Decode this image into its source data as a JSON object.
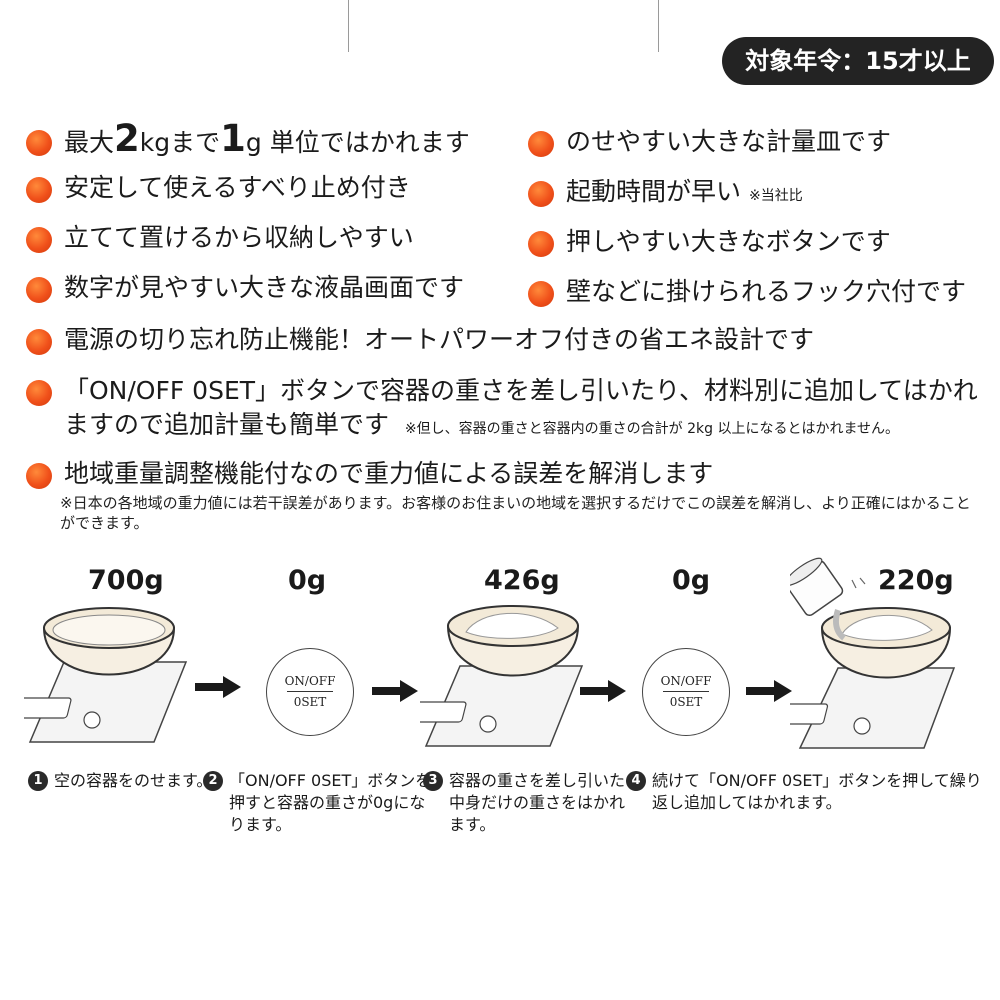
{
  "age_badge": "対象年令：15才以上",
  "features": {
    "f1": {
      "a": "最大",
      "b": "2",
      "c": "kgまで",
      "d": "1",
      "e": "g 単位ではかれます"
    },
    "f2": "安定して使えるすべり止め付き",
    "f3": "立てて置けるから収納しやすい",
    "f4": "数字が見やすい大きな液晶画面です",
    "f5": "のせやすい大きな計量皿です",
    "f6": {
      "main": "起動時間が早い",
      "note": "※当社比"
    },
    "f7": "押しやすい大きなボタンです",
    "f8": "壁などに掛けられるフック穴付です",
    "f9": "電源の切り忘れ防止機能！オートパワーオフ付きの省エネ設計です",
    "f10": {
      "line1": "「ON/OFF 0SET」ボタンで容器の重さを差し引いたり、材料別に追加してはかれ",
      "line2": "ますので追加計量も簡単です",
      "note": "※但し、容器の重さと容器内の重さの合計が 2kg 以上になるとはかれません。"
    },
    "f11": "地域重量調整機能付なので重力値による誤差を解消します"
  },
  "region_note": "※日本の各地域の重力値には若干誤差があります。お客様のお住まいの地域を選択するだけでこの誤差を解消し、より正確にはかることができます。",
  "weights": [
    "700g",
    "0g",
    "426g",
    "0g",
    "220g"
  ],
  "button_label": {
    "top": "ON/OFF",
    "bottom": "0SET"
  },
  "steps": [
    {
      "num": "1",
      "text": "空の容器をのせます。"
    },
    {
      "num": "2",
      "text": "「ON/OFF 0SET」ボタンを押すと容器の重さが0gになります。"
    },
    {
      "num": "3",
      "text": "容器の重さを差し引いた中身だけの重さをはかれます。"
    },
    {
      "num": "4",
      "text": "続けて「ON/OFF 0SET」ボタンを押して繰り返し追加してはかれます。"
    }
  ]
}
